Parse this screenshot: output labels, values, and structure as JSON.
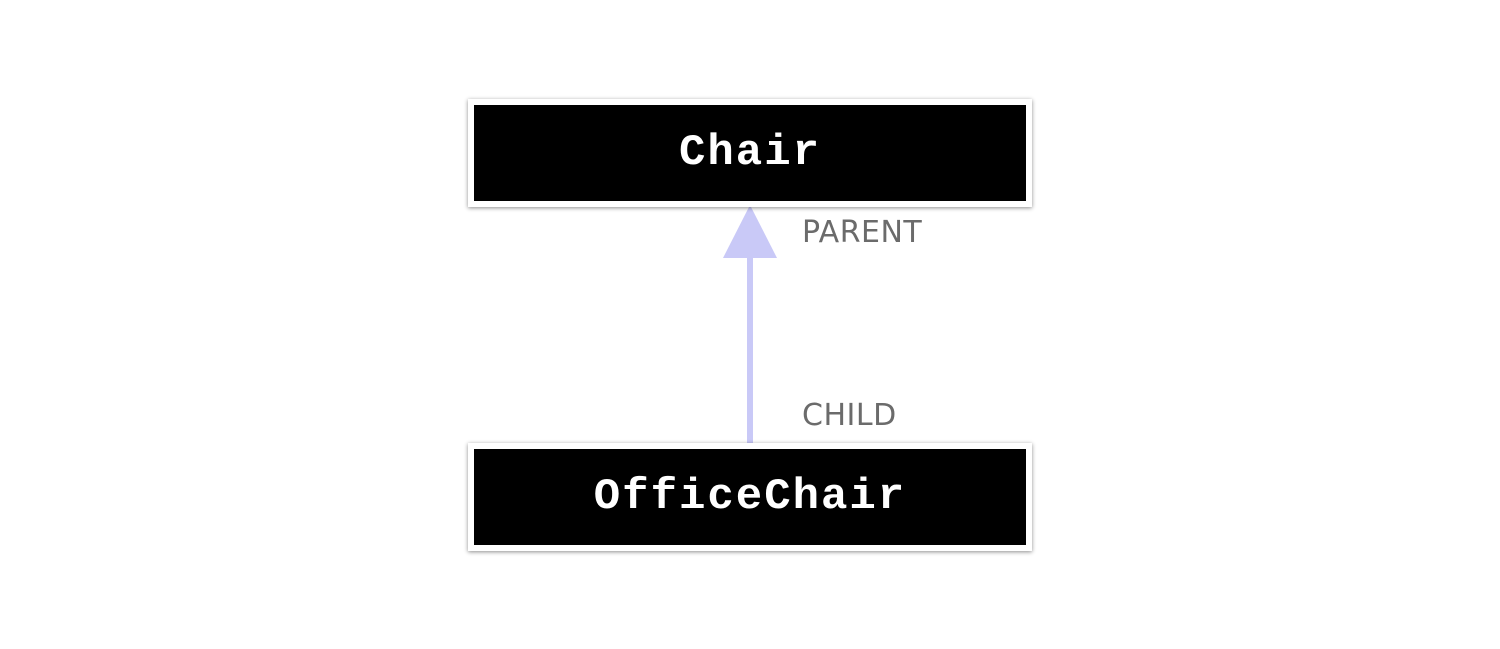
{
  "diagram": {
    "parent_class": "Chair",
    "child_class": "OfficeChair",
    "parent_role": "PARENT",
    "child_role": "CHILD",
    "relationship": "inheritance"
  },
  "colors": {
    "box_fill": "#000000",
    "box_border": "#ffffff",
    "class_text": "#ffffff",
    "role_text": "#6b6b6b",
    "arrow": "#c9c9f7"
  }
}
